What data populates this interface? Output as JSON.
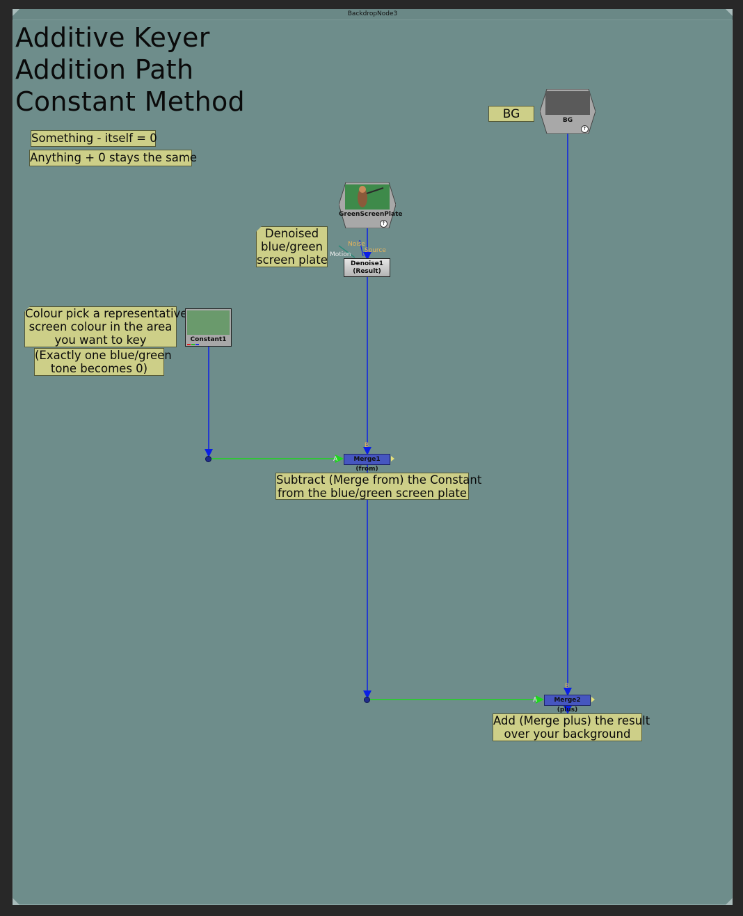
{
  "backdrop": {
    "label": "BackdropNode3"
  },
  "title": {
    "lines": [
      "Additive Keyer",
      "Addition Path",
      "Constant Method"
    ]
  },
  "notes": {
    "rule1": "Something - itself = 0",
    "rule2": "Anything + 0 stays the same",
    "bg_label": "BG",
    "denoise_note": [
      "Denoised",
      "blue/green",
      "screen plate"
    ],
    "colour_pick_note": [
      "Colour pick a representative",
      "screen colour in the area",
      "you want to key"
    ],
    "exact_note": [
      "(Exactly one blue/green",
      "tone becomes 0)"
    ],
    "subtract_note": [
      "Subtract (Merge from) the Constant",
      "from the blue/green screen plate"
    ],
    "add_note": [
      "Add (Merge plus) the result",
      "over your background"
    ]
  },
  "nodes": {
    "bg_read": {
      "label": "BG",
      "thumb_color": "#5a5a5a"
    },
    "green_plate": {
      "label": "GreenScreenPlate",
      "thumb_color": "#3e8a4a"
    },
    "denoise": {
      "label": "Denoise1",
      "sublabel": "(Result)"
    },
    "constant": {
      "label": "Constant1",
      "swatch_color": "#6a9a6c"
    },
    "merge1": {
      "label": "Merge1 (from)"
    },
    "merge2": {
      "label": "Merge2 (plus)"
    }
  },
  "pipes": {
    "input_a": "A",
    "input_b": "B",
    "noise": "Noise",
    "source": "Source",
    "motion": "Motion"
  },
  "colors": {
    "backdrop": "#6e8d8b",
    "sticky": "#cdcf88",
    "pipe_blue": "#0a1fe6",
    "pipe_green": "#1ed61e",
    "merge_node": "#4656c0"
  }
}
